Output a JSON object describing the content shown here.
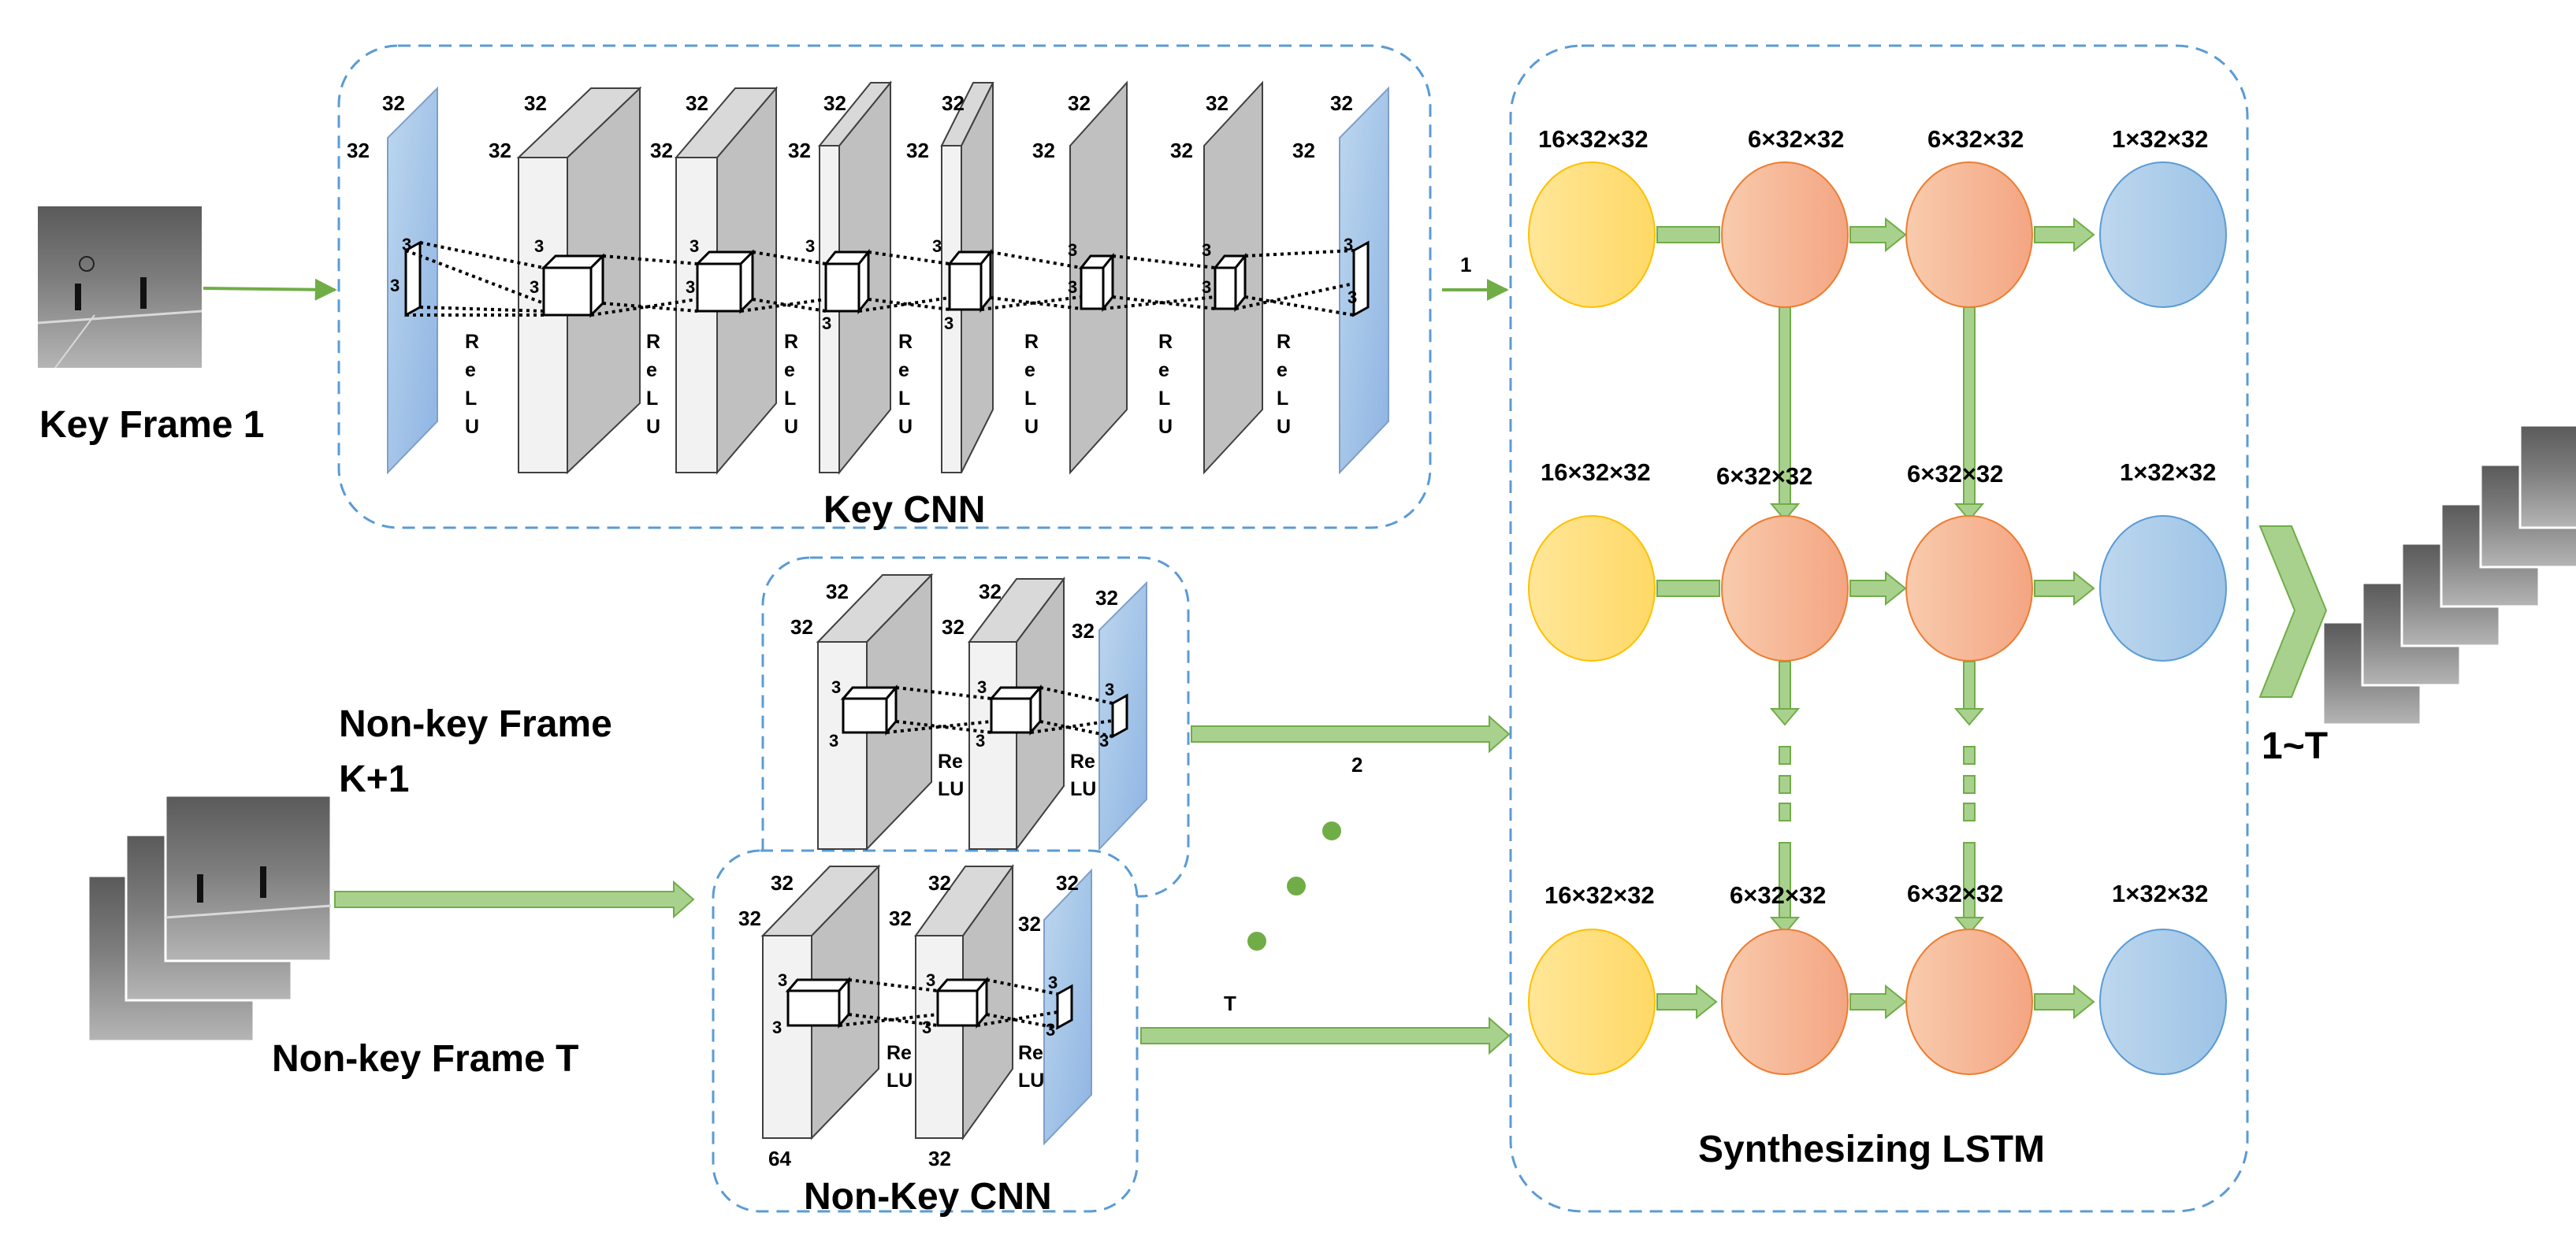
{
  "labels": {
    "key_frame": "Key Frame 1",
    "key_cnn": "Key CNN",
    "non_key_frame_k_line1": "Non-key Frame",
    "non_key_frame_k_line2": "K+1",
    "non_key_frame_t": "Non-key Frame T",
    "non_key_cnn": "Non-Key CNN",
    "lstm": "Synthesizing LSTM",
    "output": "1~T",
    "arrow_1": "1",
    "arrow_2": "2",
    "arrow_t": "T",
    "relu": "ReLU",
    "relu_a": "Re",
    "relu_b": "LU"
  },
  "key_cnn": {
    "input_dims": [
      "32",
      "32",
      "3",
      "3"
    ],
    "layers": [
      {
        "top": "32",
        "side": "32",
        "k1": "3",
        "k2": "3"
      },
      {
        "top": "32",
        "side": "32",
        "k1": "3",
        "k2": "3"
      },
      {
        "top": "32",
        "side": "32",
        "k1": "3",
        "k2": "3"
      },
      {
        "top": "32",
        "side": "32",
        "k1": "3",
        "k2": "3"
      },
      {
        "top": "32",
        "side": "32",
        "k1": "3",
        "k2": "3"
      },
      {
        "top": "32",
        "side": "32",
        "k1": "3",
        "k2": "3"
      }
    ],
    "output_dims": [
      "32",
      "32",
      "3",
      "3"
    ]
  },
  "non_key_cnn_top": {
    "layers": [
      {
        "top": "32",
        "side": "32",
        "k1": "3",
        "k2": "3"
      },
      {
        "top": "32",
        "side": "32",
        "k1": "3",
        "k2": "3"
      }
    ],
    "output_dims": [
      "32",
      "32",
      "3",
      "3"
    ]
  },
  "non_key_cnn_bottom": {
    "layers": [
      {
        "top": "32",
        "side": "32",
        "bottom": "64",
        "k1": "3",
        "k2": "3"
      },
      {
        "top": "32",
        "side": "32",
        "bottom": "32",
        "k1": "3",
        "k2": "3"
      }
    ],
    "output_dims": [
      "32",
      "32",
      "3",
      "3"
    ]
  },
  "lstm_rows": [
    [
      "16×32×32",
      "6×32×32",
      "6×32×32",
      "1×32×32"
    ],
    [
      "16×32×32",
      "6×32×32",
      "6×32×32",
      "1×32×32"
    ],
    [
      "16×32×32",
      "6×32×32",
      "6×32×32",
      "1×32×32"
    ]
  ],
  "colors": {
    "dashed_border": "#5b9bd5",
    "arrow_green": "#a9d18e",
    "arrow_green_stroke": "#70ad47",
    "input_node": "#ffd966",
    "hidden_node": "#f4b183",
    "output_node": "#9dc3e6",
    "feature_map": "#9dc3e6",
    "layer_front": "#f2f2f2",
    "layer_side": "#c0c0c0"
  }
}
